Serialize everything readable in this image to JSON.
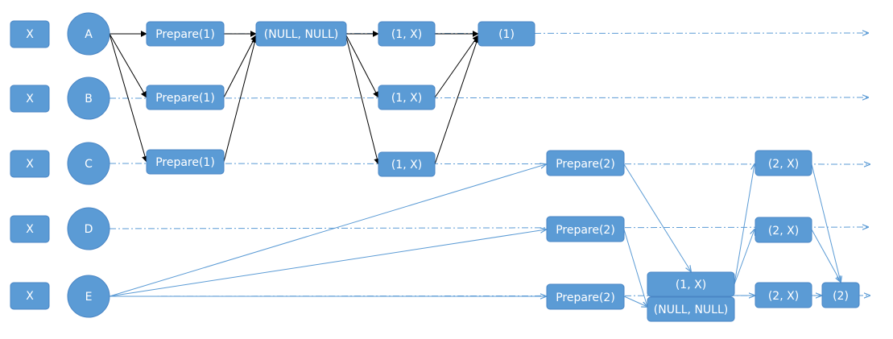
{
  "colors": {
    "node_fill": "#5B9BD5",
    "node_stroke": "#4A86C5",
    "line_blue": "#5B9BD5",
    "line_black": "#000000"
  },
  "nodes": {
    "x_a": {
      "label": "X"
    },
    "x_b": {
      "label": "X"
    },
    "x_c": {
      "label": "X"
    },
    "x_d": {
      "label": "X"
    },
    "x_e": {
      "label": "X"
    },
    "a": {
      "label": "A"
    },
    "b": {
      "label": "B"
    },
    "c": {
      "label": "C"
    },
    "d": {
      "label": "D"
    },
    "e": {
      "label": "E"
    },
    "prep1_a": {
      "label": "Prepare(1)"
    },
    "prep1_b": {
      "label": "Prepare(1)"
    },
    "prep1_c": {
      "label": "Prepare(1)"
    },
    "null_a": {
      "label": "(NULL, NULL)"
    },
    "onex_a": {
      "label": "(1, X)"
    },
    "onex_b": {
      "label": "(1, X)"
    },
    "onex_c": {
      "label": "(1, X)"
    },
    "result1": {
      "label": "(1)"
    },
    "prep2_c": {
      "label": "Prepare(2)"
    },
    "prep2_d": {
      "label": "Prepare(2)"
    },
    "prep2_e": {
      "label": "Prepare(2)"
    },
    "onex_e": {
      "label": "(1, X)"
    },
    "null_e": {
      "label": "(NULL, NULL)"
    },
    "twox_c": {
      "label": "(2, X)"
    },
    "twox_d": {
      "label": "(2, X)"
    },
    "twox_e": {
      "label": "(2, X)"
    },
    "result2": {
      "label": "(2)"
    }
  }
}
